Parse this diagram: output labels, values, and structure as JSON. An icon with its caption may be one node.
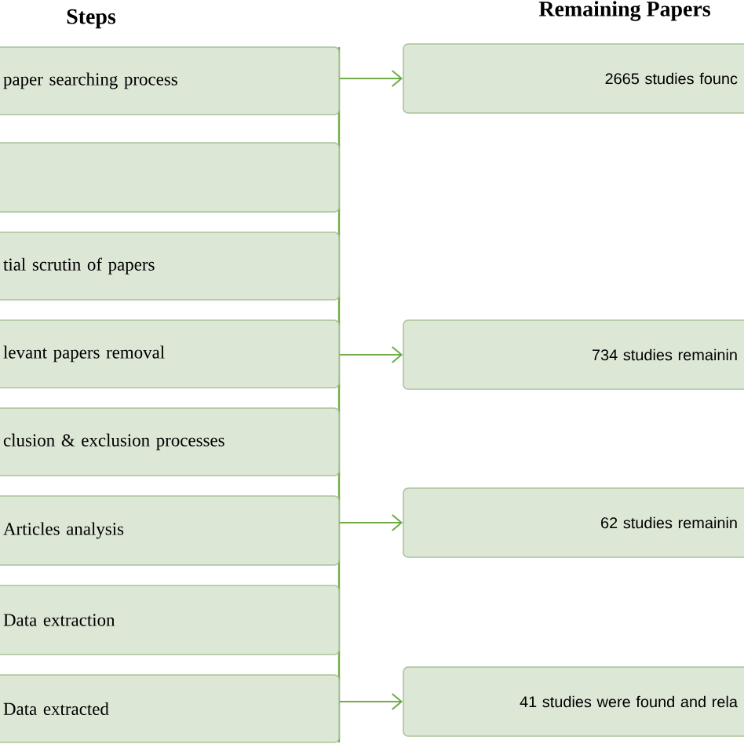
{
  "diagram": {
    "nodes": [
      {
        "text": [
          "paper searching process"
        ]
      },
      {
        "text": [],
        "shape": "box"
      },
      {
        "text": [
          "tial  scrutin of papers"
        ]
      },
      {
        "text": [
          "levant  papers removal"
        ]
      },
      {
        "text": [
          "clusion & exclusion processes"
        ]
      },
      {
        "text": [
          "Articles analysis"
        ]
      },
      {
        "text": [
          "Data extraction"
        ]
      },
      {
        "text": [
          "Data extracted"
        ]
      },
      {
        "text": [
          "2665 studies founc"
        ]
      },
      {
        "text": [
          "734 studies remainin"
        ]
      },
      {
        "text": [
          "62 studies remainin"
        ]
      },
      {
        "text": [
          "41 studies were found and rela"
        ]
      }
    ],
    "edges": [
      {
        "from": 0,
        "to": 8,
        "arrow": "to"
      },
      {
        "from": 3,
        "to": 9,
        "arrow": "to"
      },
      {
        "from": 5,
        "to": 10,
        "arrow": "to"
      },
      {
        "from": 7,
        "to": 11,
        "arrow": "to"
      }
    ],
    "labels": [
      "Steps",
      "Remaining Papers"
    ]
  }
}
